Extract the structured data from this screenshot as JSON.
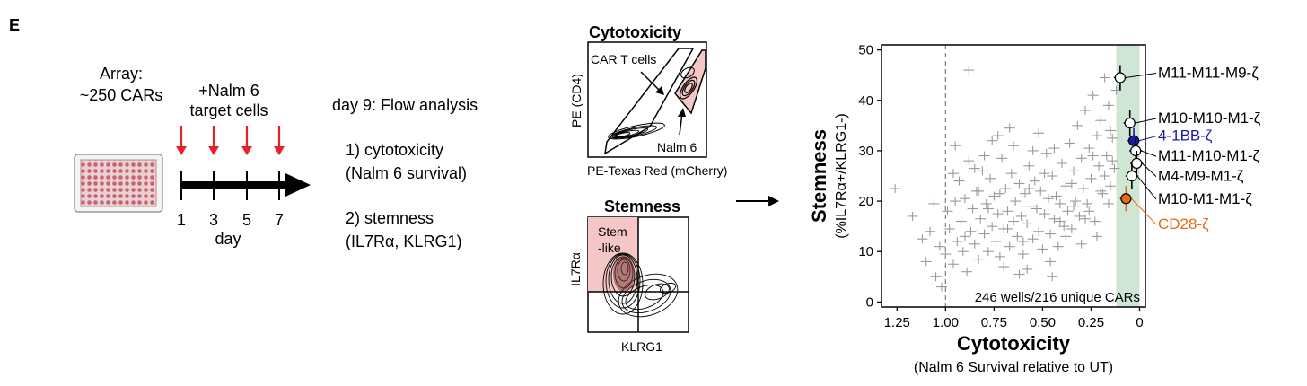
{
  "panel_letter": "E",
  "plate": {
    "label_line1": "Array:",
    "label_line2": "~250 CARs"
  },
  "timeline": {
    "header_line1": "+Nalm 6",
    "header_line2": "target cells",
    "days": [
      "1",
      "3",
      "5",
      "7"
    ],
    "axis_label": "day"
  },
  "flow_analysis": {
    "title": "day 9: Flow analysis",
    "item1_line1": "1) cytotoxicity",
    "item1_line2": "(Nalm 6 survival)",
    "item2_line1": "2) stemness",
    "item2_line2": "(IL7Rα, KLRG1)"
  },
  "cytotoxicity_panel": {
    "title": "Cytotoxicity",
    "car_t_label": "CAR T cells",
    "nalm6_label": "Nalm 6",
    "ylabel": "PE (CD4)",
    "xlabel": "PE-Texas Red (mCherry)"
  },
  "stemness_panel": {
    "title": "Stemness",
    "gate_label_line1": "Stem",
    "gate_label_line2": "-like",
    "ylabel": "IL7Rα",
    "xlabel": "KLRG1"
  },
  "colors": {
    "gate_fill": "#f4c6c6",
    "arrow_red": "#e8202a",
    "highlight_green": "#cfe6d4",
    "blue": "#1a1aa8",
    "orange": "#e66a12",
    "gray_points": "#9a9a9a"
  },
  "chart_data": {
    "type": "scatter",
    "title": "",
    "xlabel": "Cytotoxicity",
    "xlabel_sub": "(Nalm 6 Survival relative to UT)",
    "ylabel": "Stemness",
    "ylabel_sub": "(%IL7Rα+/KLRG1-)",
    "x_reversed": true,
    "xlim": [
      1.33,
      -0.03
    ],
    "ylim": [
      -1,
      51
    ],
    "xticks": [
      "1.25",
      "1.00",
      "0.75",
      "0.50",
      "0.25",
      "0"
    ],
    "xtick_values": [
      1.25,
      1.0,
      0.75,
      0.5,
      0.25,
      0
    ],
    "yticks": [
      "0",
      "10",
      "20",
      "30",
      "40",
      "50"
    ],
    "ytick_values": [
      0,
      10,
      20,
      30,
      40,
      50
    ],
    "reference_line_x": 1.0,
    "highlight_band_x": [
      0.12,
      0
    ],
    "annotation": "246 wells/216 unique CARs",
    "highlighted": [
      {
        "label": "M11-M11-M9-ζ",
        "x": 0.1,
        "y": 44.5,
        "style": "open",
        "color": "#000000"
      },
      {
        "label": "M10-M10-M1-ζ",
        "x": 0.05,
        "y": 35.5,
        "style": "open",
        "color": "#000000"
      },
      {
        "label": "4-1BB-ζ",
        "x": 0.03,
        "y": 32.0,
        "style": "filled",
        "color": "#1a1aa8"
      },
      {
        "label": "M11-M10-M1-ζ",
        "x": 0.02,
        "y": 30.0,
        "style": "open",
        "color": "#000000"
      },
      {
        "label": "M4-M9-M1-ζ",
        "x": 0.015,
        "y": 27.5,
        "style": "open",
        "color": "#000000"
      },
      {
        "label": "M10-M1-M1-ζ",
        "x": 0.04,
        "y": 25.0,
        "style": "open",
        "color": "#000000"
      },
      {
        "label": "CD28-ζ",
        "x": 0.07,
        "y": 20.5,
        "style": "filled",
        "color": "#e66a12"
      }
    ],
    "background_points": [
      [
        1.26,
        22.5
      ],
      [
        1.17,
        17.0
      ],
      [
        1.12,
        12.5
      ],
      [
        1.1,
        8.0
      ],
      [
        1.08,
        14.0
      ],
      [
        1.05,
        5.0
      ],
      [
        1.03,
        11.0
      ],
      [
        1.02,
        3.0
      ],
      [
        1.0,
        9.5
      ],
      [
        0.99,
        18.0
      ],
      [
        0.98,
        14.5
      ],
      [
        0.96,
        7.5
      ],
      [
        0.95,
        31.0
      ],
      [
        0.94,
        12.0
      ],
      [
        0.93,
        24.0
      ],
      [
        0.92,
        16.0
      ],
      [
        0.91,
        10.0
      ],
      [
        0.9,
        20.5
      ],
      [
        0.89,
        6.0
      ],
      [
        0.88,
        46.0
      ],
      [
        0.88,
        28.0
      ],
      [
        0.87,
        14.0
      ],
      [
        0.86,
        18.5
      ],
      [
        0.85,
        11.5
      ],
      [
        0.84,
        22.0
      ],
      [
        0.83,
        8.5
      ],
      [
        0.82,
        16.5
      ],
      [
        0.81,
        26.0
      ],
      [
        0.8,
        13.5
      ],
      [
        0.79,
        19.5
      ],
      [
        0.78,
        10.0
      ],
      [
        0.77,
        24.5
      ],
      [
        0.76,
        15.0
      ],
      [
        0.75,
        21.0
      ],
      [
        0.74,
        12.0
      ],
      [
        0.73,
        33.0
      ],
      [
        0.73,
        17.5
      ],
      [
        0.72,
        9.0
      ],
      [
        0.71,
        28.5
      ],
      [
        0.7,
        14.5
      ],
      [
        0.69,
        22.5
      ],
      [
        0.68,
        18.0
      ],
      [
        0.67,
        11.0
      ],
      [
        0.66,
        25.5
      ],
      [
        0.65,
        16.0
      ],
      [
        0.64,
        20.0
      ],
      [
        0.63,
        13.0
      ],
      [
        0.62,
        23.5
      ],
      [
        0.61,
        17.0
      ],
      [
        0.6,
        9.5
      ],
      [
        0.59,
        21.5
      ],
      [
        0.58,
        15.5
      ],
      [
        0.57,
        27.0
      ],
      [
        0.56,
        19.0
      ],
      [
        0.55,
        12.5
      ],
      [
        0.54,
        24.0
      ],
      [
        0.53,
        18.5
      ],
      [
        0.52,
        14.0
      ],
      [
        0.51,
        22.0
      ],
      [
        0.5,
        10.5
      ],
      [
        0.49,
        17.5
      ],
      [
        0.48,
        29.5
      ],
      [
        0.47,
        20.5
      ],
      [
        0.46,
        13.5
      ],
      [
        0.45,
        25.0
      ],
      [
        0.44,
        16.5
      ],
      [
        0.43,
        21.0
      ],
      [
        0.42,
        11.0
      ],
      [
        0.41,
        19.5
      ],
      [
        0.4,
        27.5
      ],
      [
        0.39,
        15.0
      ],
      [
        0.38,
        23.0
      ],
      [
        0.37,
        18.0
      ],
      [
        0.36,
        31.5
      ],
      [
        0.35,
        14.5
      ],
      [
        0.34,
        26.0
      ],
      [
        0.33,
        20.0
      ],
      [
        0.32,
        35.0
      ],
      [
        0.31,
        17.0
      ],
      [
        0.3,
        28.5
      ],
      [
        0.29,
        22.5
      ],
      [
        0.28,
        38.0
      ],
      [
        0.27,
        19.5
      ],
      [
        0.26,
        30.5
      ],
      [
        0.25,
        24.5
      ],
      [
        0.24,
        41.0
      ],
      [
        0.23,
        16.0
      ],
      [
        0.22,
        33.0
      ],
      [
        0.21,
        27.0
      ],
      [
        0.2,
        36.0
      ],
      [
        0.19,
        21.5
      ],
      [
        0.18,
        44.5
      ],
      [
        0.17,
        29.0
      ],
      [
        0.16,
        39.0
      ],
      [
        0.15,
        23.0
      ],
      [
        0.14,
        32.5
      ],
      [
        0.13,
        26.5
      ],
      [
        0.12,
        42.0
      ],
      [
        0.8,
        29.0
      ],
      [
        0.7,
        7.0
      ],
      [
        0.65,
        31.0
      ],
      [
        0.58,
        6.5
      ],
      [
        0.52,
        33.5
      ],
      [
        0.46,
        8.0
      ],
      [
        0.95,
        20.0
      ],
      [
        0.85,
        26.5
      ],
      [
        0.76,
        32.0
      ],
      [
        0.67,
        34.5
      ],
      [
        0.6,
        12.0
      ],
      [
        0.55,
        30.0
      ],
      [
        0.44,
        30.5
      ],
      [
        0.38,
        13.0
      ],
      [
        0.34,
        19.0
      ],
      [
        0.3,
        11.5
      ],
      [
        0.26,
        18.0
      ],
      [
        0.22,
        13.0
      ],
      [
        0.18,
        25.0
      ],
      [
        0.15,
        34.0
      ],
      [
        0.45,
        5.0
      ],
      [
        0.62,
        5.5
      ],
      [
        0.72,
        21.5
      ],
      [
        0.83,
        22.0
      ],
      [
        0.9,
        13.0
      ],
      [
        0.96,
        25.5
      ],
      [
        1.06,
        19.5
      ],
      [
        0.78,
        18.5
      ],
      [
        0.68,
        14.5
      ],
      [
        0.57,
        22.5
      ],
      [
        0.49,
        25.5
      ],
      [
        0.41,
        16.0
      ],
      [
        0.35,
        23.5
      ],
      [
        0.28,
        16.5
      ],
      [
        0.24,
        29.0
      ],
      [
        0.2,
        22.0
      ],
      [
        0.16,
        19.5
      ],
      [
        0.14,
        28.0
      ]
    ]
  }
}
